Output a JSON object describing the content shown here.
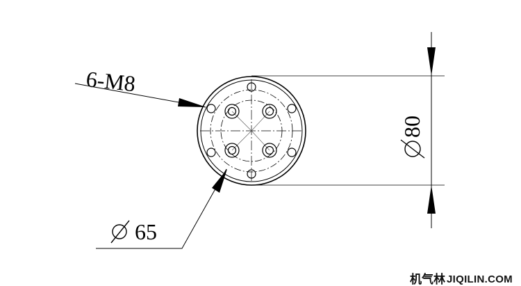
{
  "labels": {
    "thread_callout": "6-M8",
    "outer_diameter": "80",
    "bolt_circle_diameter": "65"
  },
  "watermark": {
    "cn": "机气林",
    "latin": "JIQILIN.COM"
  },
  "colors": {
    "line": "#000000",
    "background": "#ffffff"
  }
}
